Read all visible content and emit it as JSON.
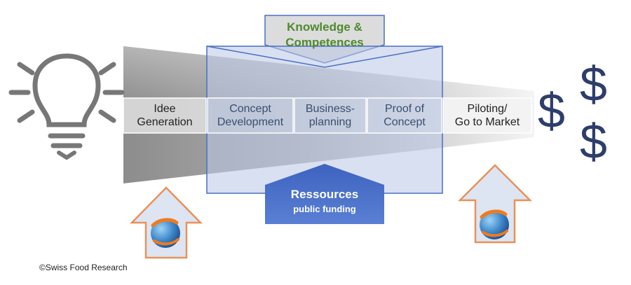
{
  "colors": {
    "navy": "#2e3d6b",
    "panel_blue": "#b8c7e6",
    "green_text": "#4e8a2e",
    "arrow_orange": "#e8925a",
    "resources_blue": "#4a6fc4",
    "icon_gray": "#777777"
  },
  "knowledge": {
    "title": "Knowledge &\nCompetences"
  },
  "resources": {
    "title": "Ressources",
    "subtitle": "public funding"
  },
  "stages": [
    {
      "label": "Idee\nGeneration"
    },
    {
      "label": "Concept\nDevelopment"
    },
    {
      "label": "Business-\nplanning"
    },
    {
      "label": "Proof of\nConcept"
    },
    {
      "label": "Piloting/\nGo to Market"
    }
  ],
  "currency": {
    "symbol": "$"
  },
  "footer": {
    "copyright": "©Swiss Food Research"
  },
  "icons": {
    "idea": "lightbulb-icon",
    "support_left": "up-arrow-icon",
    "support_right": "up-arrow-icon",
    "globe": "globe-icon"
  }
}
